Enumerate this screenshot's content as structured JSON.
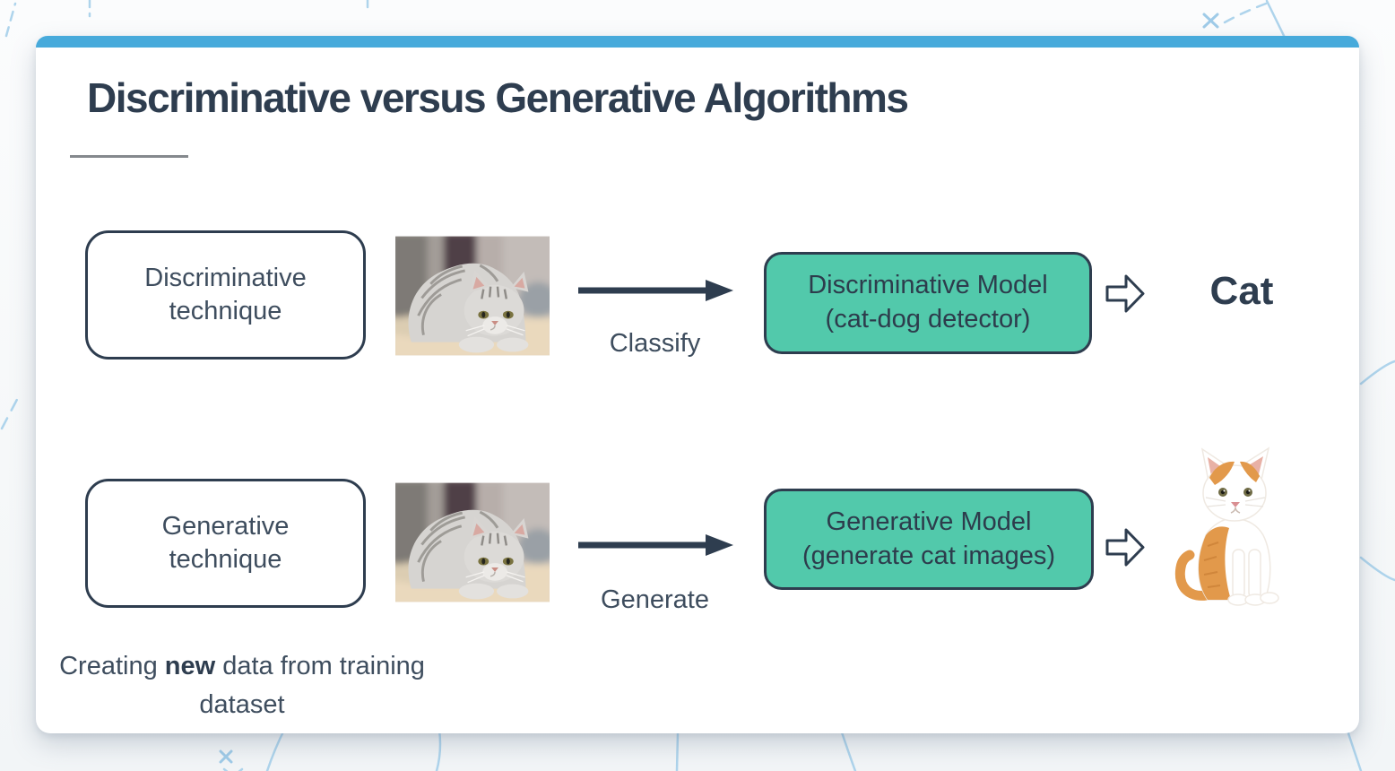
{
  "slide": {
    "title": "Discriminative versus Generative Algorithms",
    "caption": {
      "prefix": "Creating ",
      "emphasis": "new",
      "suffix": " data from training dataset"
    }
  },
  "flow_rows": {
    "discriminative": {
      "technique": "Discriminative technique",
      "input_photo": "gray tabby cat photo",
      "action": "Classify",
      "model_name": "Discriminative Model",
      "model_detail": "(cat-dog detector)",
      "output": "Cat"
    },
    "generative": {
      "technique": "Generative technique",
      "input_photo": "gray tabby cat photo",
      "action": "Generate",
      "model_name": "Generative Model",
      "model_detail": "(generate cat images)",
      "output_photo": "orange and white kitten photo"
    }
  },
  "icons": {
    "flow_arrow": "solid-right-arrow",
    "result_arrow": "outline-right-arrow"
  },
  "colors": {
    "accent_bar": "#47aadb",
    "model_box_fill": "#52c9ab",
    "ink": "#2e3d4f",
    "doodle_blue": "#aed4ec"
  }
}
